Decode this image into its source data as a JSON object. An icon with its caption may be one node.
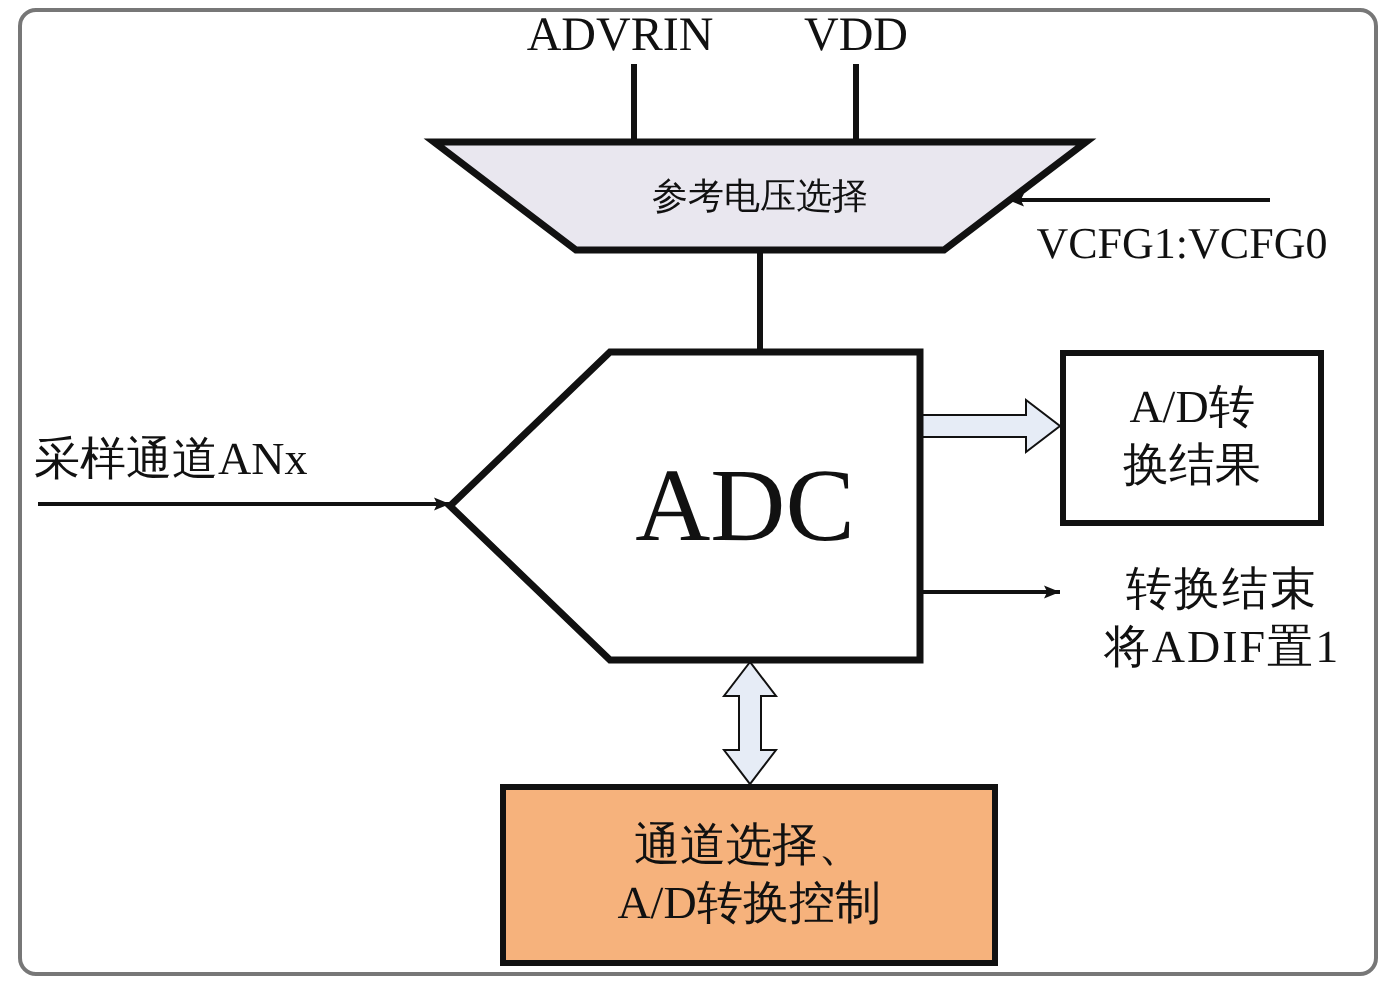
{
  "diagram": {
    "nodes": [
      {
        "text": [
          "ADVRIN"
        ]
      },
      {
        "text": [
          "VDD"
        ]
      },
      {
        "text": [
          "参考电压选择"
        ]
      },
      {
        "text": [
          "VCFG1:VCFG0"
        ]
      },
      {
        "text": [
          "ADC"
        ]
      },
      {
        "text": [
          "采样通道ANx"
        ]
      },
      {
        "text": [
          "A/D转换结果"
        ]
      },
      {
        "text": [
          "转换结束将ADIF置1"
        ]
      },
      {
        "text": [
          "通道选择、A/D转换控制"
        ]
      }
    ],
    "edges": [
      {
        "from": 0,
        "to": 2,
        "arrow": "none"
      },
      {
        "from": 1,
        "to": 2,
        "arrow": "none"
      },
      {
        "from": 3,
        "to": 2,
        "arrow": "to"
      },
      {
        "from": 2,
        "to": 4,
        "arrow": "none"
      },
      {
        "from": 5,
        "to": 4,
        "arrow": "to"
      },
      {
        "from": 4,
        "to": 6,
        "arrow": "to",
        "style": "thick"
      },
      {
        "from": 4,
        "to": 7,
        "arrow": "to"
      },
      {
        "from": 4,
        "to": 8,
        "arrow": "both",
        "style": "thick"
      }
    ]
  }
}
